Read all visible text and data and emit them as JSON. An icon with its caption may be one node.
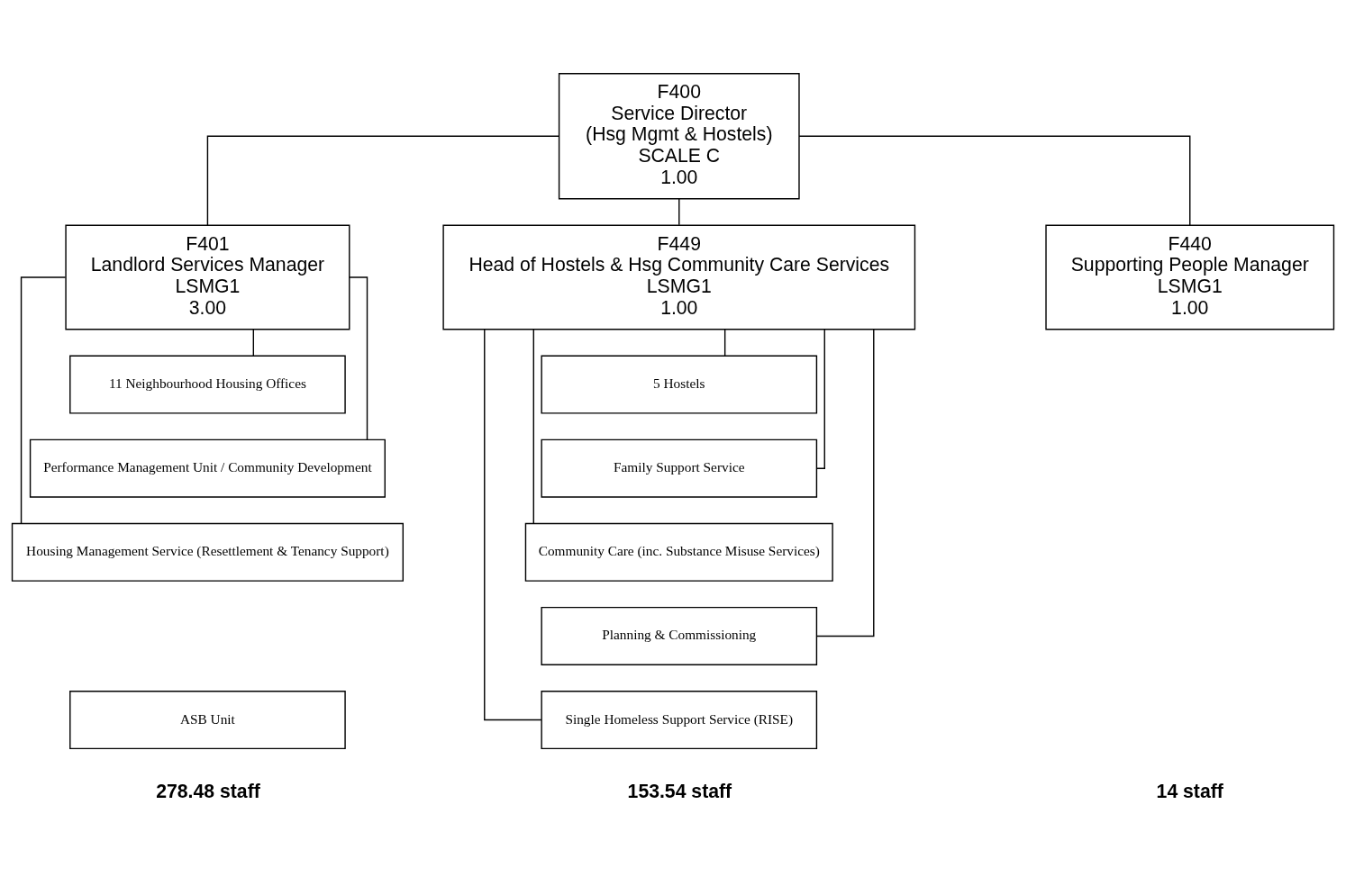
{
  "diagram": {
    "nodes": [
      {
        "text": [
          "F400",
          "Service Director",
          "(Hsg Mgmt & Hostels)",
          "SCALE C",
          "1.00"
        ]
      },
      {
        "text": [
          "F401",
          "Landlord Services Manager",
          "LSMG1",
          "3.00"
        ]
      },
      {
        "text": [
          "F449",
          "Head of Hostels & Hsg Community Care Services",
          "LSMG1",
          "1.00"
        ]
      },
      {
        "text": [
          "F440",
          "Supporting People Manager",
          "LSMG1",
          "1.00"
        ]
      },
      {
        "text": [
          "11 Neighbourhood Housing Offices"
        ]
      },
      {
        "text": [
          "Performance Management Unit / Community Development"
        ]
      },
      {
        "text": [
          "Housing Management Service (Resettlement & Tenancy Support)"
        ]
      },
      {
        "text": [
          "ASB Unit"
        ]
      },
      {
        "text": [
          "5 Hostels"
        ]
      },
      {
        "text": [
          "Family Support Service"
        ]
      },
      {
        "text": [
          "Community Care (inc. Substance Misuse Services)"
        ]
      },
      {
        "text": [
          "Planning & Commissioning"
        ]
      },
      {
        "text": [
          "Single Homeless Support Service (RISE)"
        ]
      }
    ],
    "edges": [
      {
        "from": 0,
        "to": 1,
        "arrow": "none"
      },
      {
        "from": 0,
        "to": 2,
        "arrow": "none"
      },
      {
        "from": 0,
        "to": 3,
        "arrow": "none"
      },
      {
        "from": 1,
        "to": 4,
        "arrow": "none"
      },
      {
        "from": 1,
        "to": 5,
        "arrow": "none"
      },
      {
        "from": 1,
        "to": 6,
        "arrow": "none"
      },
      {
        "from": 2,
        "to": 8,
        "arrow": "none"
      },
      {
        "from": 2,
        "to": 9,
        "arrow": "none"
      },
      {
        "from": 2,
        "to": 10,
        "arrow": "none"
      },
      {
        "from": 2,
        "to": 11,
        "arrow": "none"
      },
      {
        "from": 2,
        "to": 12,
        "arrow": "none"
      }
    ],
    "labels": [
      "278.48 staff",
      "153.54 staff",
      "14 staff"
    ]
  }
}
